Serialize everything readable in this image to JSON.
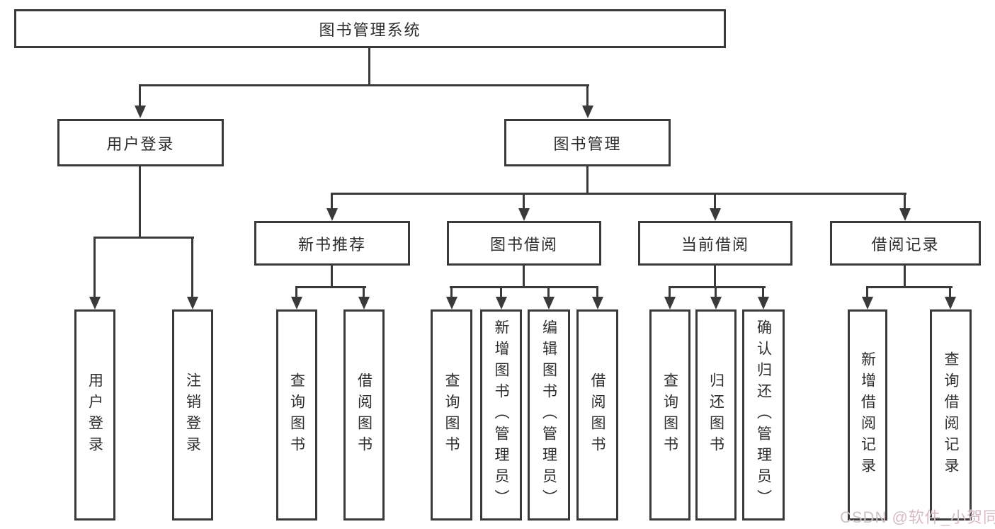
{
  "tree": {
    "root": "图书管理系统",
    "branches": [
      {
        "label": "用户登录",
        "children": [
          "用户登录",
          "注销登录"
        ]
      },
      {
        "label": "图书管理",
        "modules": [
          {
            "label": "新书推荐",
            "children": [
              "查询图书",
              "借阅图书"
            ]
          },
          {
            "label": "图书借阅",
            "children": [
              "查询图书",
              "新增图书（管理员）",
              "编辑图书（管理员）",
              "借阅图书"
            ]
          },
          {
            "label": "当前借阅",
            "children": [
              "查询图书",
              "归还图书",
              "确认归还（管理员）"
            ]
          },
          {
            "label": "借阅记录",
            "children": [
              "新增借阅记录",
              "查询借阅记录"
            ]
          }
        ]
      }
    ]
  },
  "watermark": {
    "brand": "CSDN",
    "handle": " @软件_小贺同学"
  },
  "colors": {
    "line": "#3a3a3a",
    "text": "#2d2d2d",
    "watermark_brand": "#ccc2c6",
    "watermark_handle": "#d9b9c2"
  }
}
